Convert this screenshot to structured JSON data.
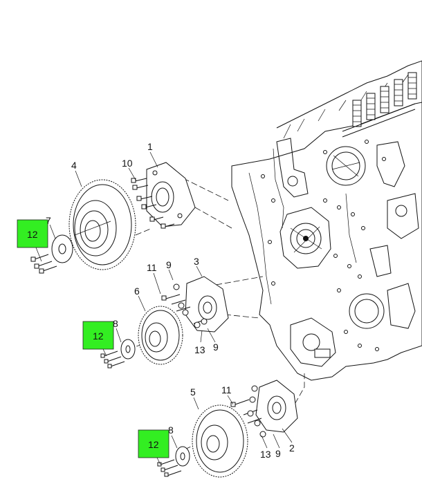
{
  "colors": {
    "highlight": "#33ee22",
    "ink": "#111111",
    "background": "#ffffff"
  },
  "callouts": {
    "c1": "1",
    "c2": "2",
    "c3": "3",
    "c4": "4",
    "c5": "5",
    "c6": "6",
    "c7": "7",
    "c8a": "8",
    "c8b": "8",
    "c9a": "9",
    "c9b": "9",
    "c9c": "9",
    "c10": "10",
    "c11a": "11",
    "c11b": "11",
    "c13a": "13",
    "c13b": "13"
  },
  "highlighted_callouts": {
    "h12a": "12",
    "h12b": "12",
    "h12c": "12"
  }
}
